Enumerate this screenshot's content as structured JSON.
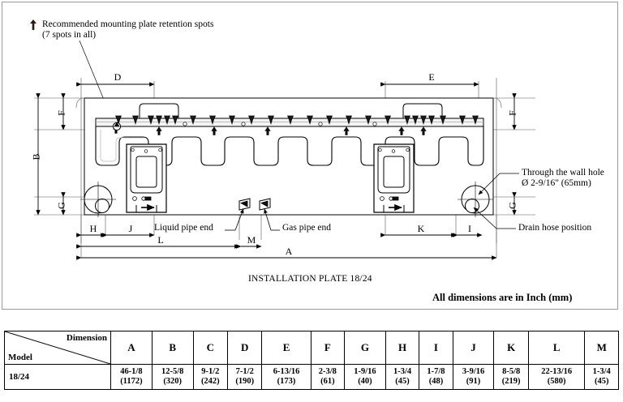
{
  "notes": {
    "retention_line1": "Recommended mounting plate retention spots",
    "retention_line2": "(7 spots in all)"
  },
  "dimension_labels": {
    "A": "A",
    "B": "B",
    "D": "D",
    "E": "E",
    "F_left": "F",
    "F_right": "F",
    "G_left": "G",
    "G_right": "G",
    "H": "H",
    "I": "I",
    "J": "J",
    "K": "K",
    "L": "L",
    "M": "M"
  },
  "callouts": {
    "wall_hole_line1": "Through the wall hole",
    "wall_hole_line2": "Ø 2-9/16\" (65mm)",
    "drain_hose": "Drain hose position",
    "liquid_pipe": "Liquid pipe end",
    "gas_pipe": "Gas pipe end"
  },
  "caption": "INSTALLATION PLATE 18/24",
  "units_note": "All dimensions are in Inch (mm)",
  "table": {
    "corner_dimension_label": "Dimension",
    "corner_model_label": "Model",
    "columns": [
      "A",
      "B",
      "C",
      "D",
      "E",
      "F",
      "G",
      "H",
      "I",
      "J",
      "K",
      "L",
      "M"
    ],
    "rows": [
      {
        "model": "18/24",
        "values": [
          "46-1/8\n(1172)",
          "12-5/8\n(320)",
          "9-1/2\n(242)",
          "7-1/2\n(190)",
          "6-13/16\n(173)",
          "2-3/8\n(61)",
          "1-9/16\n(40)",
          "1-3/4\n(45)",
          "1-7/8\n(48)",
          "3-9/16\n(91)",
          "8-5/8\n(219)",
          "22-13/16\n(580)",
          "1-3/4\n(45)"
        ]
      }
    ]
  },
  "colors": {
    "line": "#000000",
    "frame": "#9a9a9a",
    "plate_fill": "#ffffff",
    "shadow": "#d8d8d8"
  }
}
